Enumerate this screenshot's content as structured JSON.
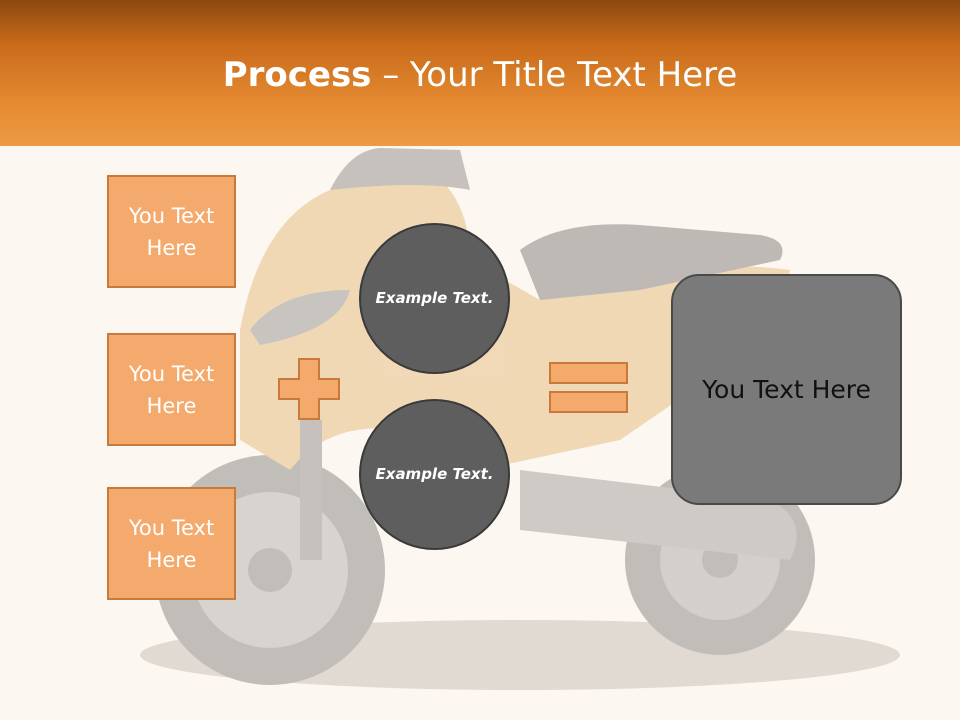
{
  "title": {
    "bold": "Process",
    "rest": " – Your Title Text Here"
  },
  "boxes": [
    {
      "label": "You Text Here"
    },
    {
      "label": "You Text Here"
    },
    {
      "label": "You Text Here"
    }
  ],
  "circles": [
    {
      "label": "Example Text."
    },
    {
      "label": "Example Text."
    }
  ],
  "result": {
    "label": "You Text Here"
  },
  "icons": {
    "plus": "plus-icon",
    "equals": "equals-icon"
  },
  "colors": {
    "header_dark": "#8b4910",
    "header_light": "#ec9a45",
    "box_fill": "#f4aa6c",
    "box_border": "#c97a3a",
    "circle_fill": "#5e5e5e",
    "result_fill": "#7a7a7a"
  }
}
